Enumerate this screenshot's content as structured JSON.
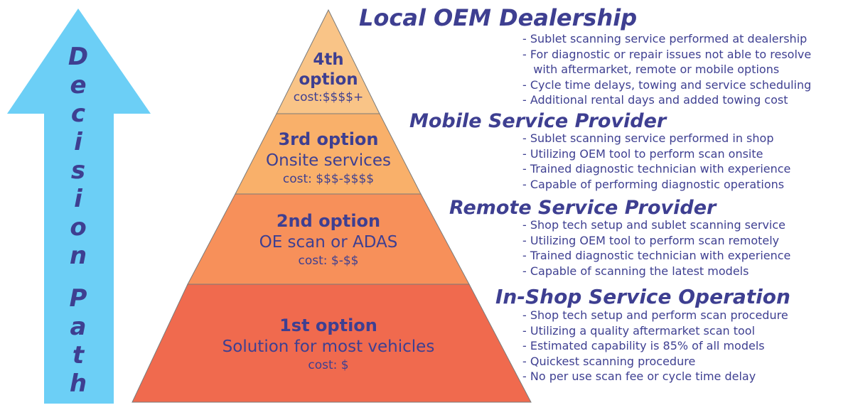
{
  "decision_path": {
    "label_letters": [
      "D",
      "e",
      "c",
      "i",
      "s",
      "i",
      "o",
      "n",
      "",
      "P",
      "a",
      "t",
      "h"
    ],
    "arrow_color": "#6ccff6"
  },
  "pyramid": {
    "colors": [
      "#f9c487",
      "#f9b06a",
      "#f7905a",
      "#f06a4e"
    ],
    "tiers": [
      {
        "line1": "4th",
        "line2": "option",
        "cost": "cost:$$$$+"
      },
      {
        "line1": "3rd option",
        "line2": "Onsite services",
        "cost": "cost: $$$-$$$$"
      },
      {
        "line1": "2nd option",
        "line2": "OE scan or ADAS",
        "cost": "cost: $-$$"
      },
      {
        "line1": "1st option",
        "line2": "Solution for most vehicles",
        "cost": "cost: $"
      }
    ]
  },
  "sections": [
    {
      "title": "Local OEM Dealership",
      "bullets": [
        "- Sublet scanning service performed at dealership",
        "- For diagnostic or repair issues not able to resolve",
        "   with aftermarket, remote or mobile options",
        "- Cycle time delays, towing and service scheduling",
        "- Additional rental days and added towing cost"
      ]
    },
    {
      "title": "Mobile Service Provider",
      "bullets": [
        "- Sublet scanning service performed in shop",
        "- Utilizing OEM tool to perform scan onsite",
        "- Trained diagnostic technician with experience",
        "- Capable of performing diagnostic operations"
      ]
    },
    {
      "title": "Remote Service Provider",
      "bullets": [
        "- Shop tech setup and sublet scanning service",
        "- Utilizing OEM tool to perform scan remotely",
        "- Trained diagnostic technician with experience",
        "- Capable of scanning the latest models"
      ]
    },
    {
      "title": "In-Shop Service Operation",
      "bullets": [
        "- Shop tech setup and perform scan procedure",
        "- Utilizing a quality aftermarket scan tool",
        "- Estimated capability is 85% of all models",
        "- Quickest scanning procedure",
        "- No per use scan fee or cycle time delay"
      ]
    }
  ],
  "text_color": "#3e3f91"
}
